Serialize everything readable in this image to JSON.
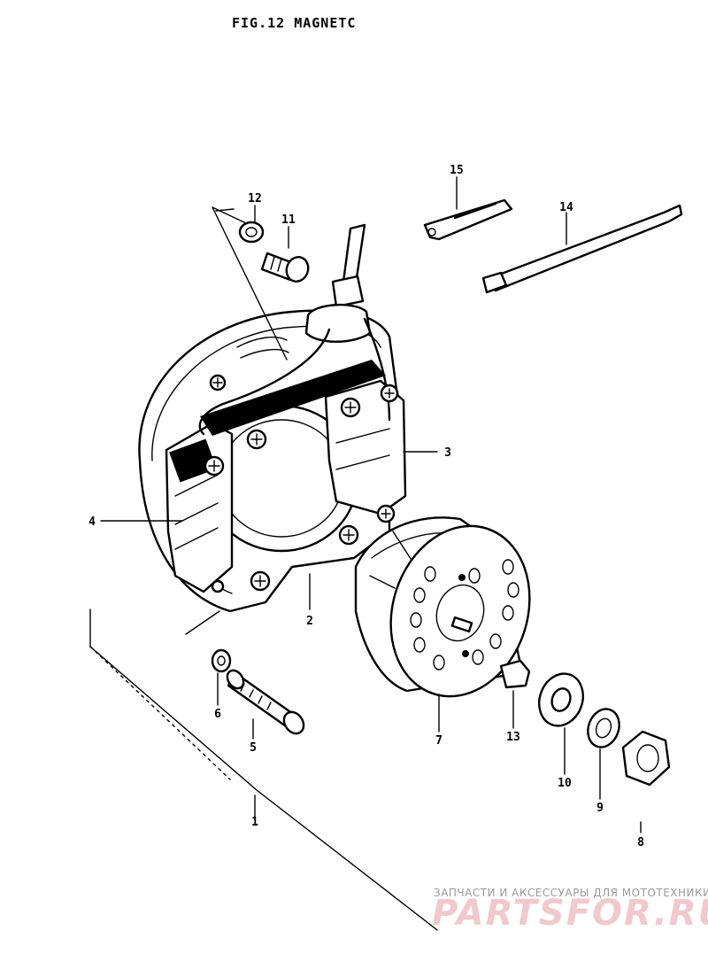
{
  "title": "FIG.12  MAGNETC",
  "labels": {
    "p1": "1",
    "p2": "2",
    "p3": "3",
    "p4": "4",
    "p5": "5",
    "p6": "6",
    "p7": "7",
    "p8": "8",
    "p9": "9",
    "p10": "10",
    "p11": "11",
    "p12": "12",
    "p13": "13",
    "p14": "14",
    "p15": "15"
  },
  "watermark": {
    "tagline": "ЗАПЧАСТИ И АКСЕССУАРЫ ДЛЯ МОТОТЕХНИКИ",
    "brand": "PARTSFOR.RU"
  }
}
